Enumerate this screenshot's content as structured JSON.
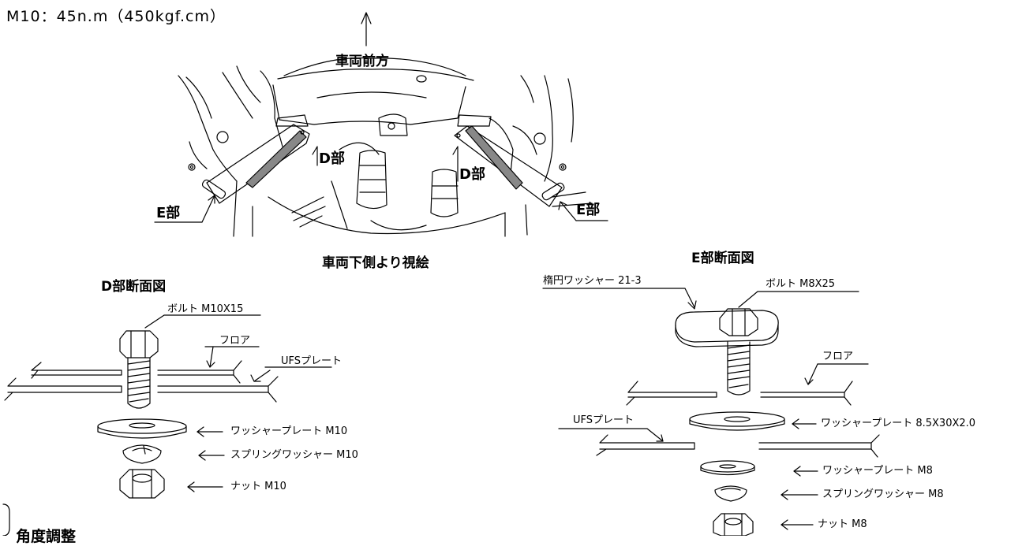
{
  "header": {
    "torque_spec": "M10：45n.m（450kgf.cm）"
  },
  "car_view": {
    "front_label": "車両前方",
    "caption": "車両下側より視絵",
    "d_label_left": "D部",
    "d_label_right": "D部",
    "e_label_left": "E部",
    "e_label_right": "E部"
  },
  "d_section": {
    "title": "D部断面図",
    "bolt": "ボルト  M10X15",
    "floor": "フロア",
    "ufs_plate": "UFSプレート",
    "washer_plate": "ワッシャープレート  M10",
    "spring_washer": "スプリングワッシャー  M10",
    "nut": "ナット  M10"
  },
  "e_section": {
    "title": "E部断面図",
    "oval_washer": "楕円ワッシャー  21-3",
    "bolt": "ボルト  M8X25",
    "floor": "フロア",
    "ufs_plate": "UFSプレート",
    "washer_plate": "ワッシャープレート  8.5X30X2.0",
    "washer_plate2": "ワッシャープレート  M8",
    "spring_washer": "スプリングワッシャー  M8",
    "nut": "ナット  M8"
  },
  "footer": {
    "next_heading": "角度調整"
  }
}
